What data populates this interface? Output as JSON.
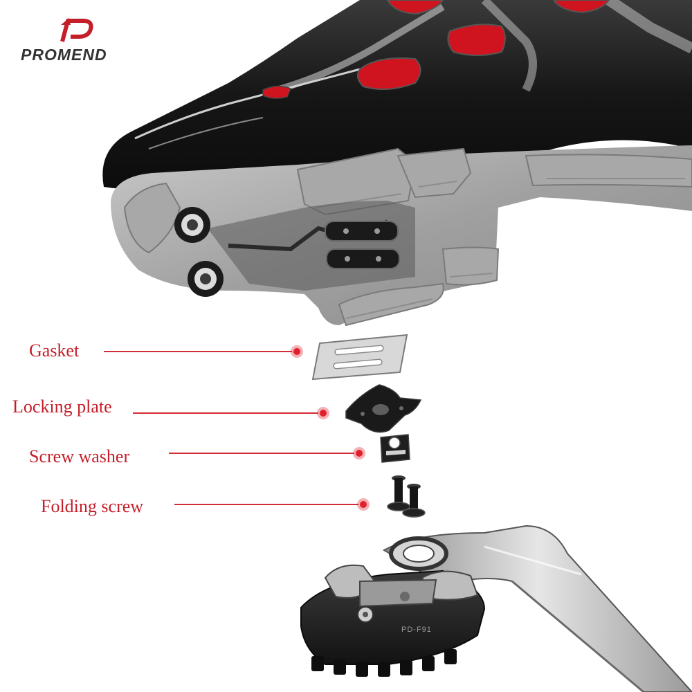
{
  "brand": {
    "name": "PROMEND",
    "accent_color": "#c41e2a"
  },
  "parts": [
    {
      "label": "Gasket"
    },
    {
      "label": "Locking plate"
    },
    {
      "label": "Screw washer"
    },
    {
      "label": "Folding screw"
    }
  ],
  "pedal": {
    "model": "PD-F91"
  },
  "colors": {
    "label_red": "#c41e2a",
    "leader_red": "#d42a35",
    "shoe_black": "#1c1c1c",
    "sole_gray": "#a3a3a3"
  }
}
